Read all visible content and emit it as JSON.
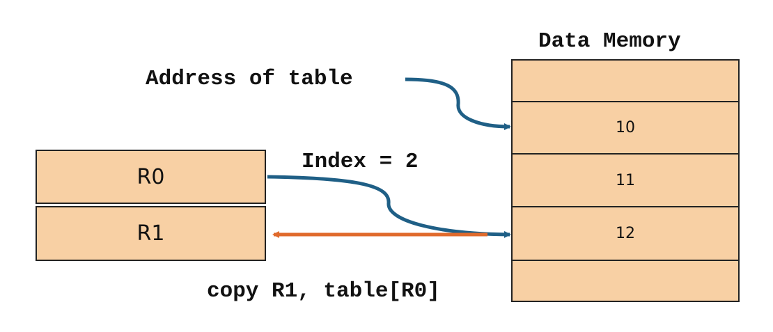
{
  "memory": {
    "title": "Data Memory",
    "cells": [
      "",
      "10",
      "11",
      "12",
      ""
    ]
  },
  "registers": [
    "R0",
    "R1"
  ],
  "labels": {
    "address": "Address of table",
    "index": "Index = 2",
    "instruction": "copy R1, table[R0]"
  },
  "colors": {
    "box_fill": "#f8d0a4",
    "pointer_arrow": "#1f5f86",
    "copy_arrow": "#e06a2c",
    "border": "#222222"
  }
}
